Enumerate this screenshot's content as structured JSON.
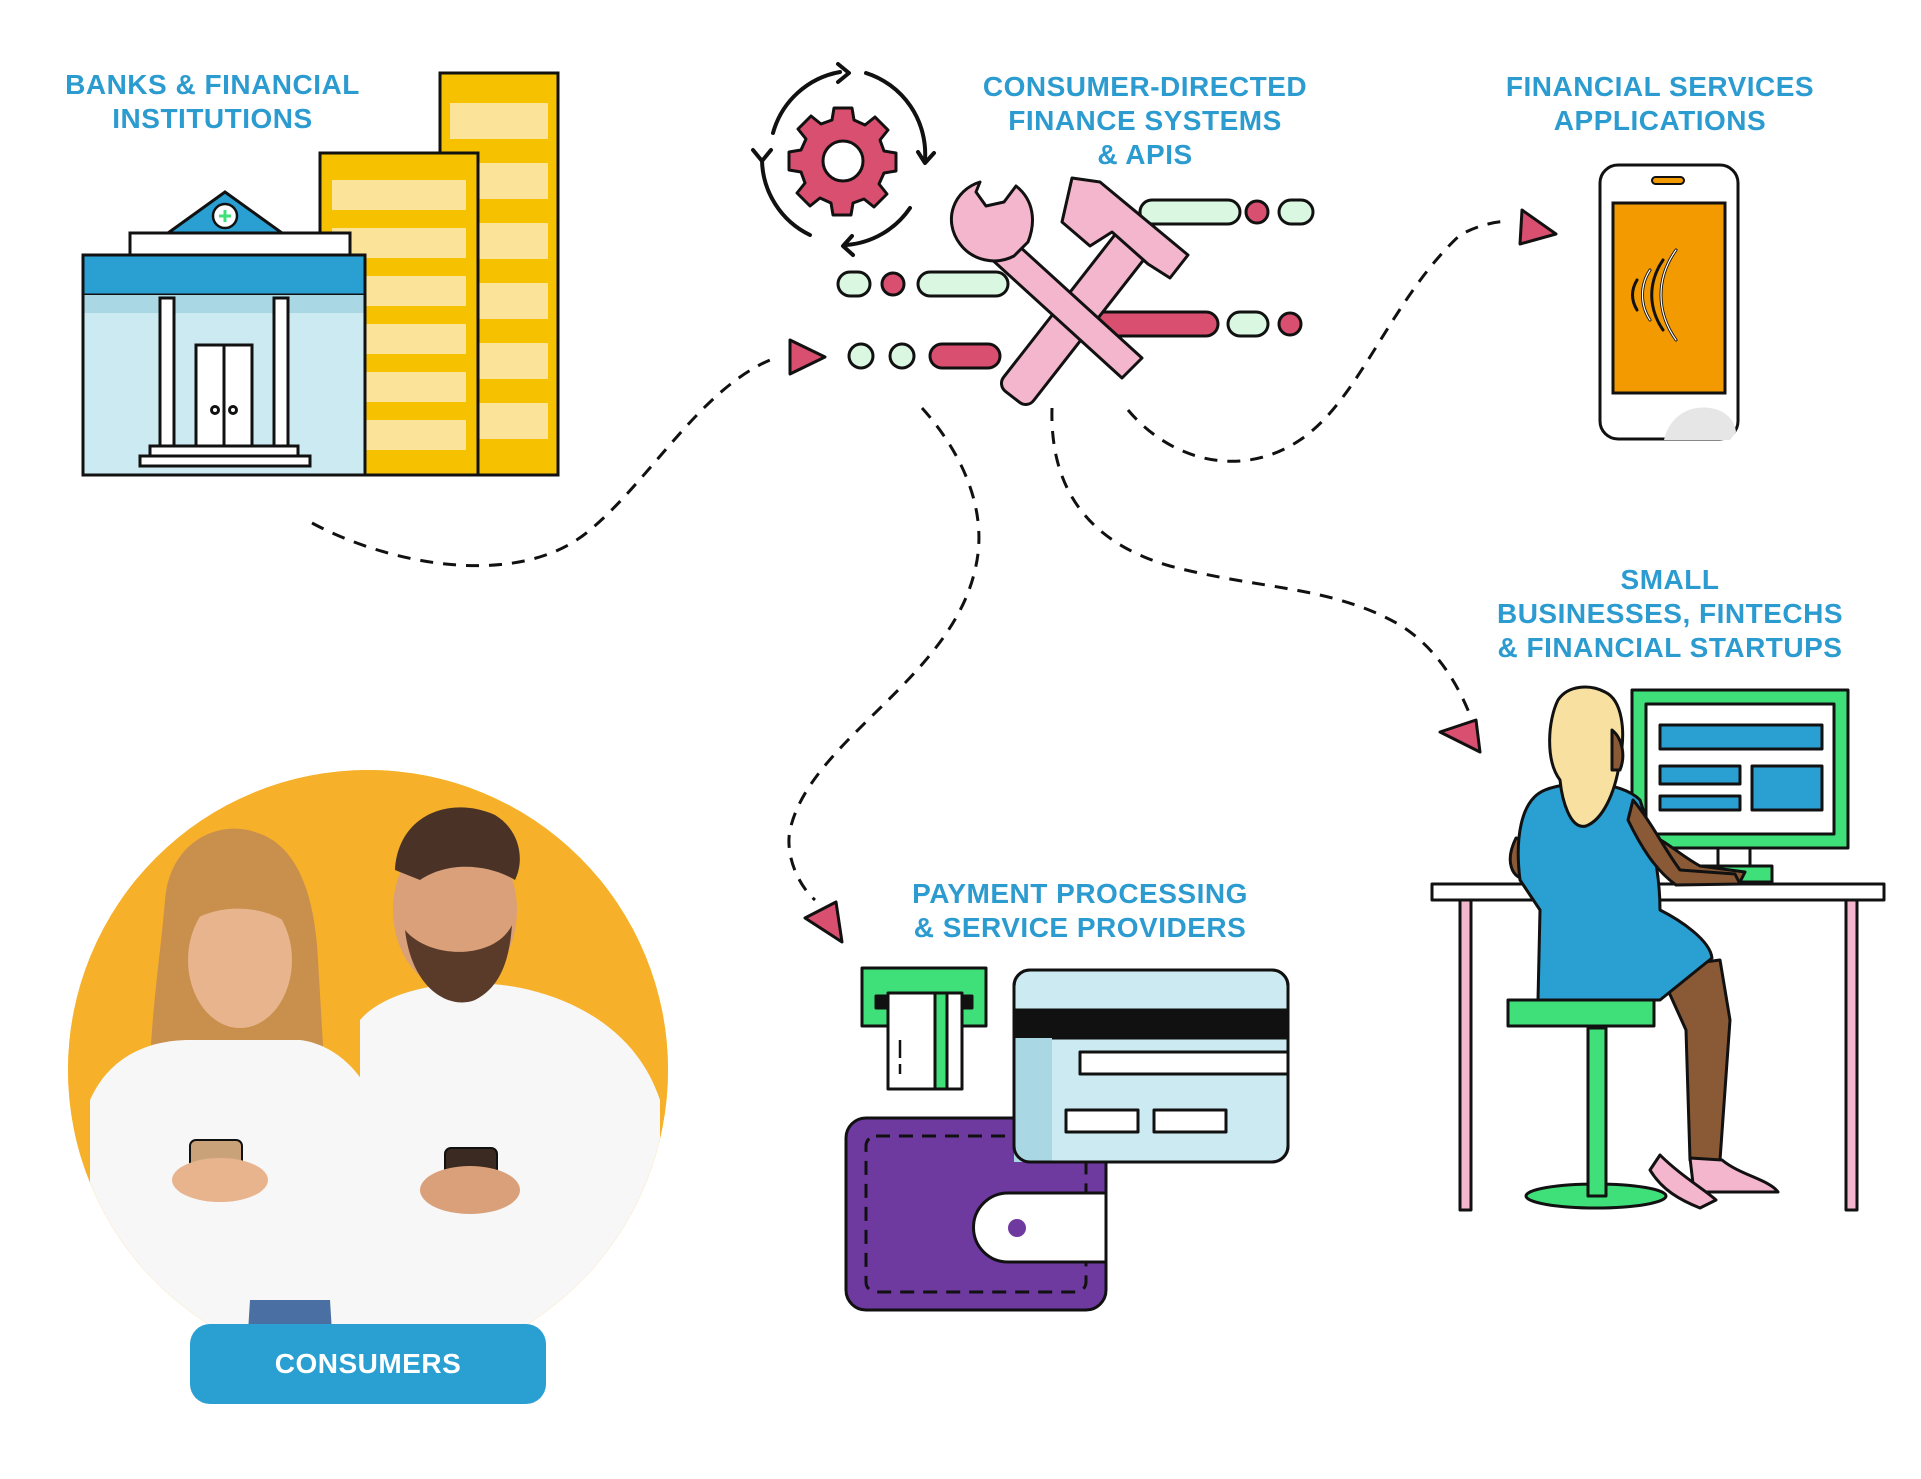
{
  "labels": {
    "banks": "BANKS & FINANCIAL\nINSTITUTIONS",
    "cdfs": "CONSUMER-DIRECTED\nFINANCE SYSTEMS\n& APIS",
    "fsa": "FINANCIAL SERVICES\nAPPLICATIONS",
    "small_business": "SMALL\nBUSINESSES, FINTECHS\n& FINANCIAL STARTUPS",
    "payment": "PAYMENT PROCESSING\n& SERVICE PROVIDERS",
    "consumers": "CONSUMERS"
  },
  "colors": {
    "label_blue": "#2b9bd0",
    "consumers_button": "#2a9fd2",
    "yellow": "#f6c200",
    "yellow_light": "#fbe49a",
    "bank_blue": "#2a9fd2",
    "bank_light": "#cbeaf1",
    "pink": "#f4b6cc",
    "magenta": "#d94f6f",
    "mint": "#d9f7e1",
    "green": "#3fe07a",
    "orange": "#f39a00",
    "purple": "#6e3aa0",
    "card_blue": "#cbeaf1",
    "dress_blue": "#2a9fd2",
    "skin": "#8a5a36",
    "hair": "#f8e1a0",
    "photo_bg": "#f7b72a"
  },
  "icons": [
    "bank-building-icon",
    "gear-cycle-icon",
    "wrench-hammer-icon",
    "smartphone-contactless-icon",
    "card-reader-icon",
    "credit-card-icon",
    "wallet-icon",
    "woman-at-computer-icon",
    "consumers-photo"
  ]
}
